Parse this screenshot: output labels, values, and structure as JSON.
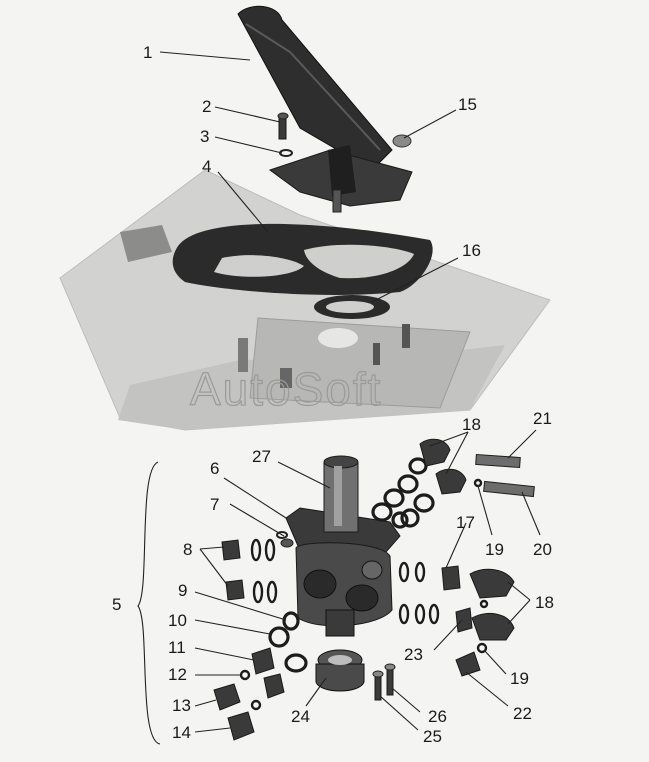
{
  "watermark": "AutoSoft",
  "callouts": [
    {
      "id": "1",
      "text": "1"
    },
    {
      "id": "2",
      "text": "2"
    },
    {
      "id": "3",
      "text": "3"
    },
    {
      "id": "4",
      "text": "4"
    },
    {
      "id": "5",
      "text": "5"
    },
    {
      "id": "6",
      "text": "6"
    },
    {
      "id": "7",
      "text": "7"
    },
    {
      "id": "8",
      "text": "8"
    },
    {
      "id": "9",
      "text": "9"
    },
    {
      "id": "10",
      "text": "10"
    },
    {
      "id": "11",
      "text": "11"
    },
    {
      "id": "12",
      "text": "12"
    },
    {
      "id": "13",
      "text": "13"
    },
    {
      "id": "14",
      "text": "14"
    },
    {
      "id": "15",
      "text": "15"
    },
    {
      "id": "16",
      "text": "16"
    },
    {
      "id": "17",
      "text": "17"
    },
    {
      "id": "18a",
      "text": "18"
    },
    {
      "id": "18b",
      "text": "18"
    },
    {
      "id": "19a",
      "text": "19"
    },
    {
      "id": "19b",
      "text": "19"
    },
    {
      "id": "20",
      "text": "20"
    },
    {
      "id": "21",
      "text": "21"
    },
    {
      "id": "22",
      "text": "22"
    },
    {
      "id": "23",
      "text": "23"
    },
    {
      "id": "24",
      "text": "24"
    },
    {
      "id": "25",
      "text": "25"
    },
    {
      "id": "26",
      "text": "26"
    },
    {
      "id": "27",
      "text": "27"
    }
  ]
}
